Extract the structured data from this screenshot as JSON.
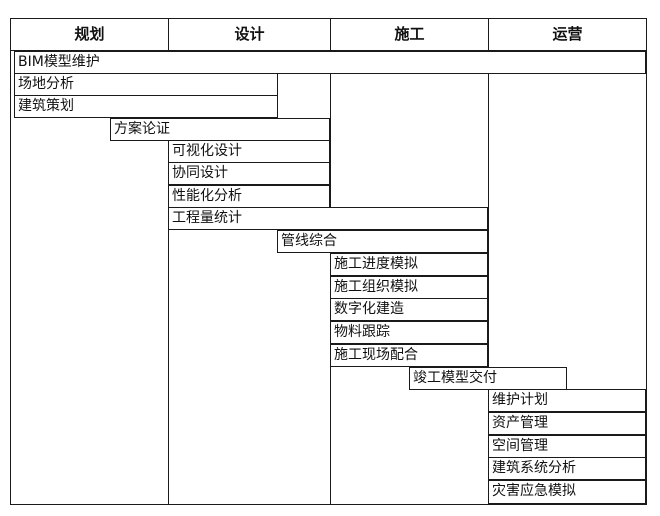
{
  "headers": [
    "规划",
    "设计",
    "施工",
    "运营"
  ],
  "items": [
    "BIM模型维护",
    "场地分析",
    "建筑策划",
    "方案论证",
    "可视化设计",
    "协同设计",
    "性能化分析",
    "工程量统计",
    "管线综合",
    "施工进度模拟",
    "施工组织模拟",
    "数字化建造",
    "物料跟踪",
    "施工现场配合",
    "竣工模型交付",
    "维护计划",
    "资产管理",
    "空间管理",
    "建筑系统分析",
    "灾害应急模拟"
  ]
}
